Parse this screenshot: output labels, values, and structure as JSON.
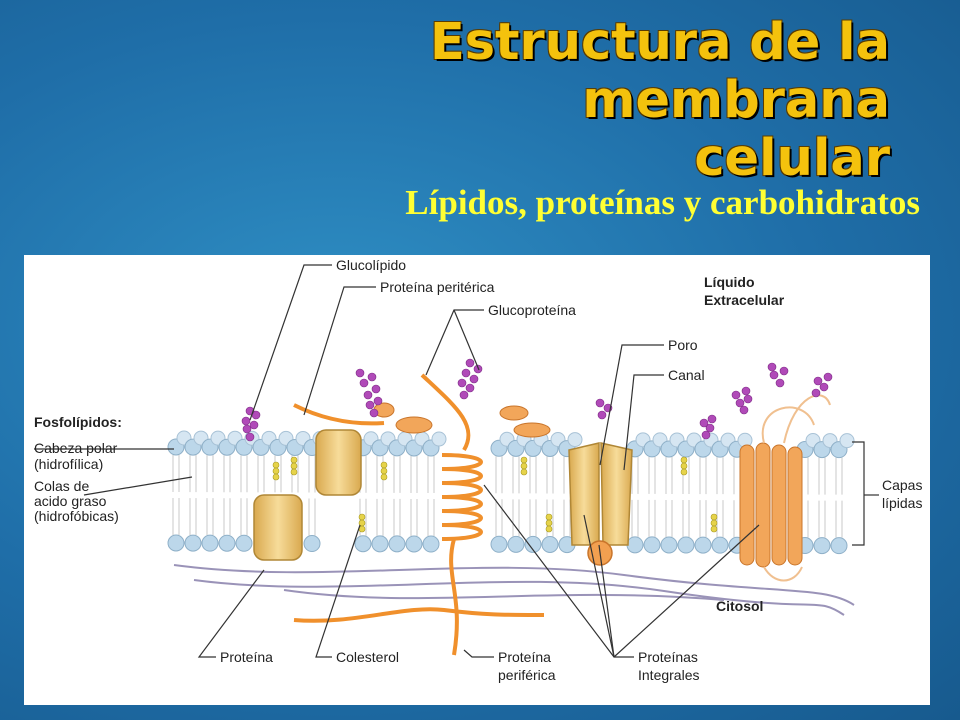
{
  "slide": {
    "title_line1": "Estructura de la membrana",
    "title_line2": "celular",
    "subtitle": "Lípidos, proteínas y carbohidratos"
  },
  "diagram": {
    "labels": {
      "glucolipido": "Glucolípido",
      "proteina_periferica_top": "Proteína peritérica",
      "glucoproteina": "Glucoproteína",
      "liquido_1": "Líquido",
      "liquido_2": "Extracelular",
      "fosfolipidos": "Fosfolípidos:",
      "cabeza_1": "Cabeza polar",
      "cabeza_2": "(hidrofílica)",
      "colas_1": "Colas de",
      "colas_2": "acido graso",
      "colas_3": "(hidrofóbicas)",
      "poro": "Poro",
      "canal": "Canal",
      "capas_1": "Capas",
      "capas_2": "lípidas",
      "citosol": "Citosol",
      "proteina": "Proteína",
      "colesterol": "Colesterol",
      "periferica_1": "Proteína",
      "periferica_2": "periférica",
      "integrales_1": "Proteínas",
      "integrales_2": "Integrales"
    },
    "colors": {
      "head": "#bcd7ea",
      "protein": "#f0c77a",
      "helix": "#f0902c",
      "sugar": "#b04ab8",
      "cholesterol": "#e6d34a"
    }
  }
}
